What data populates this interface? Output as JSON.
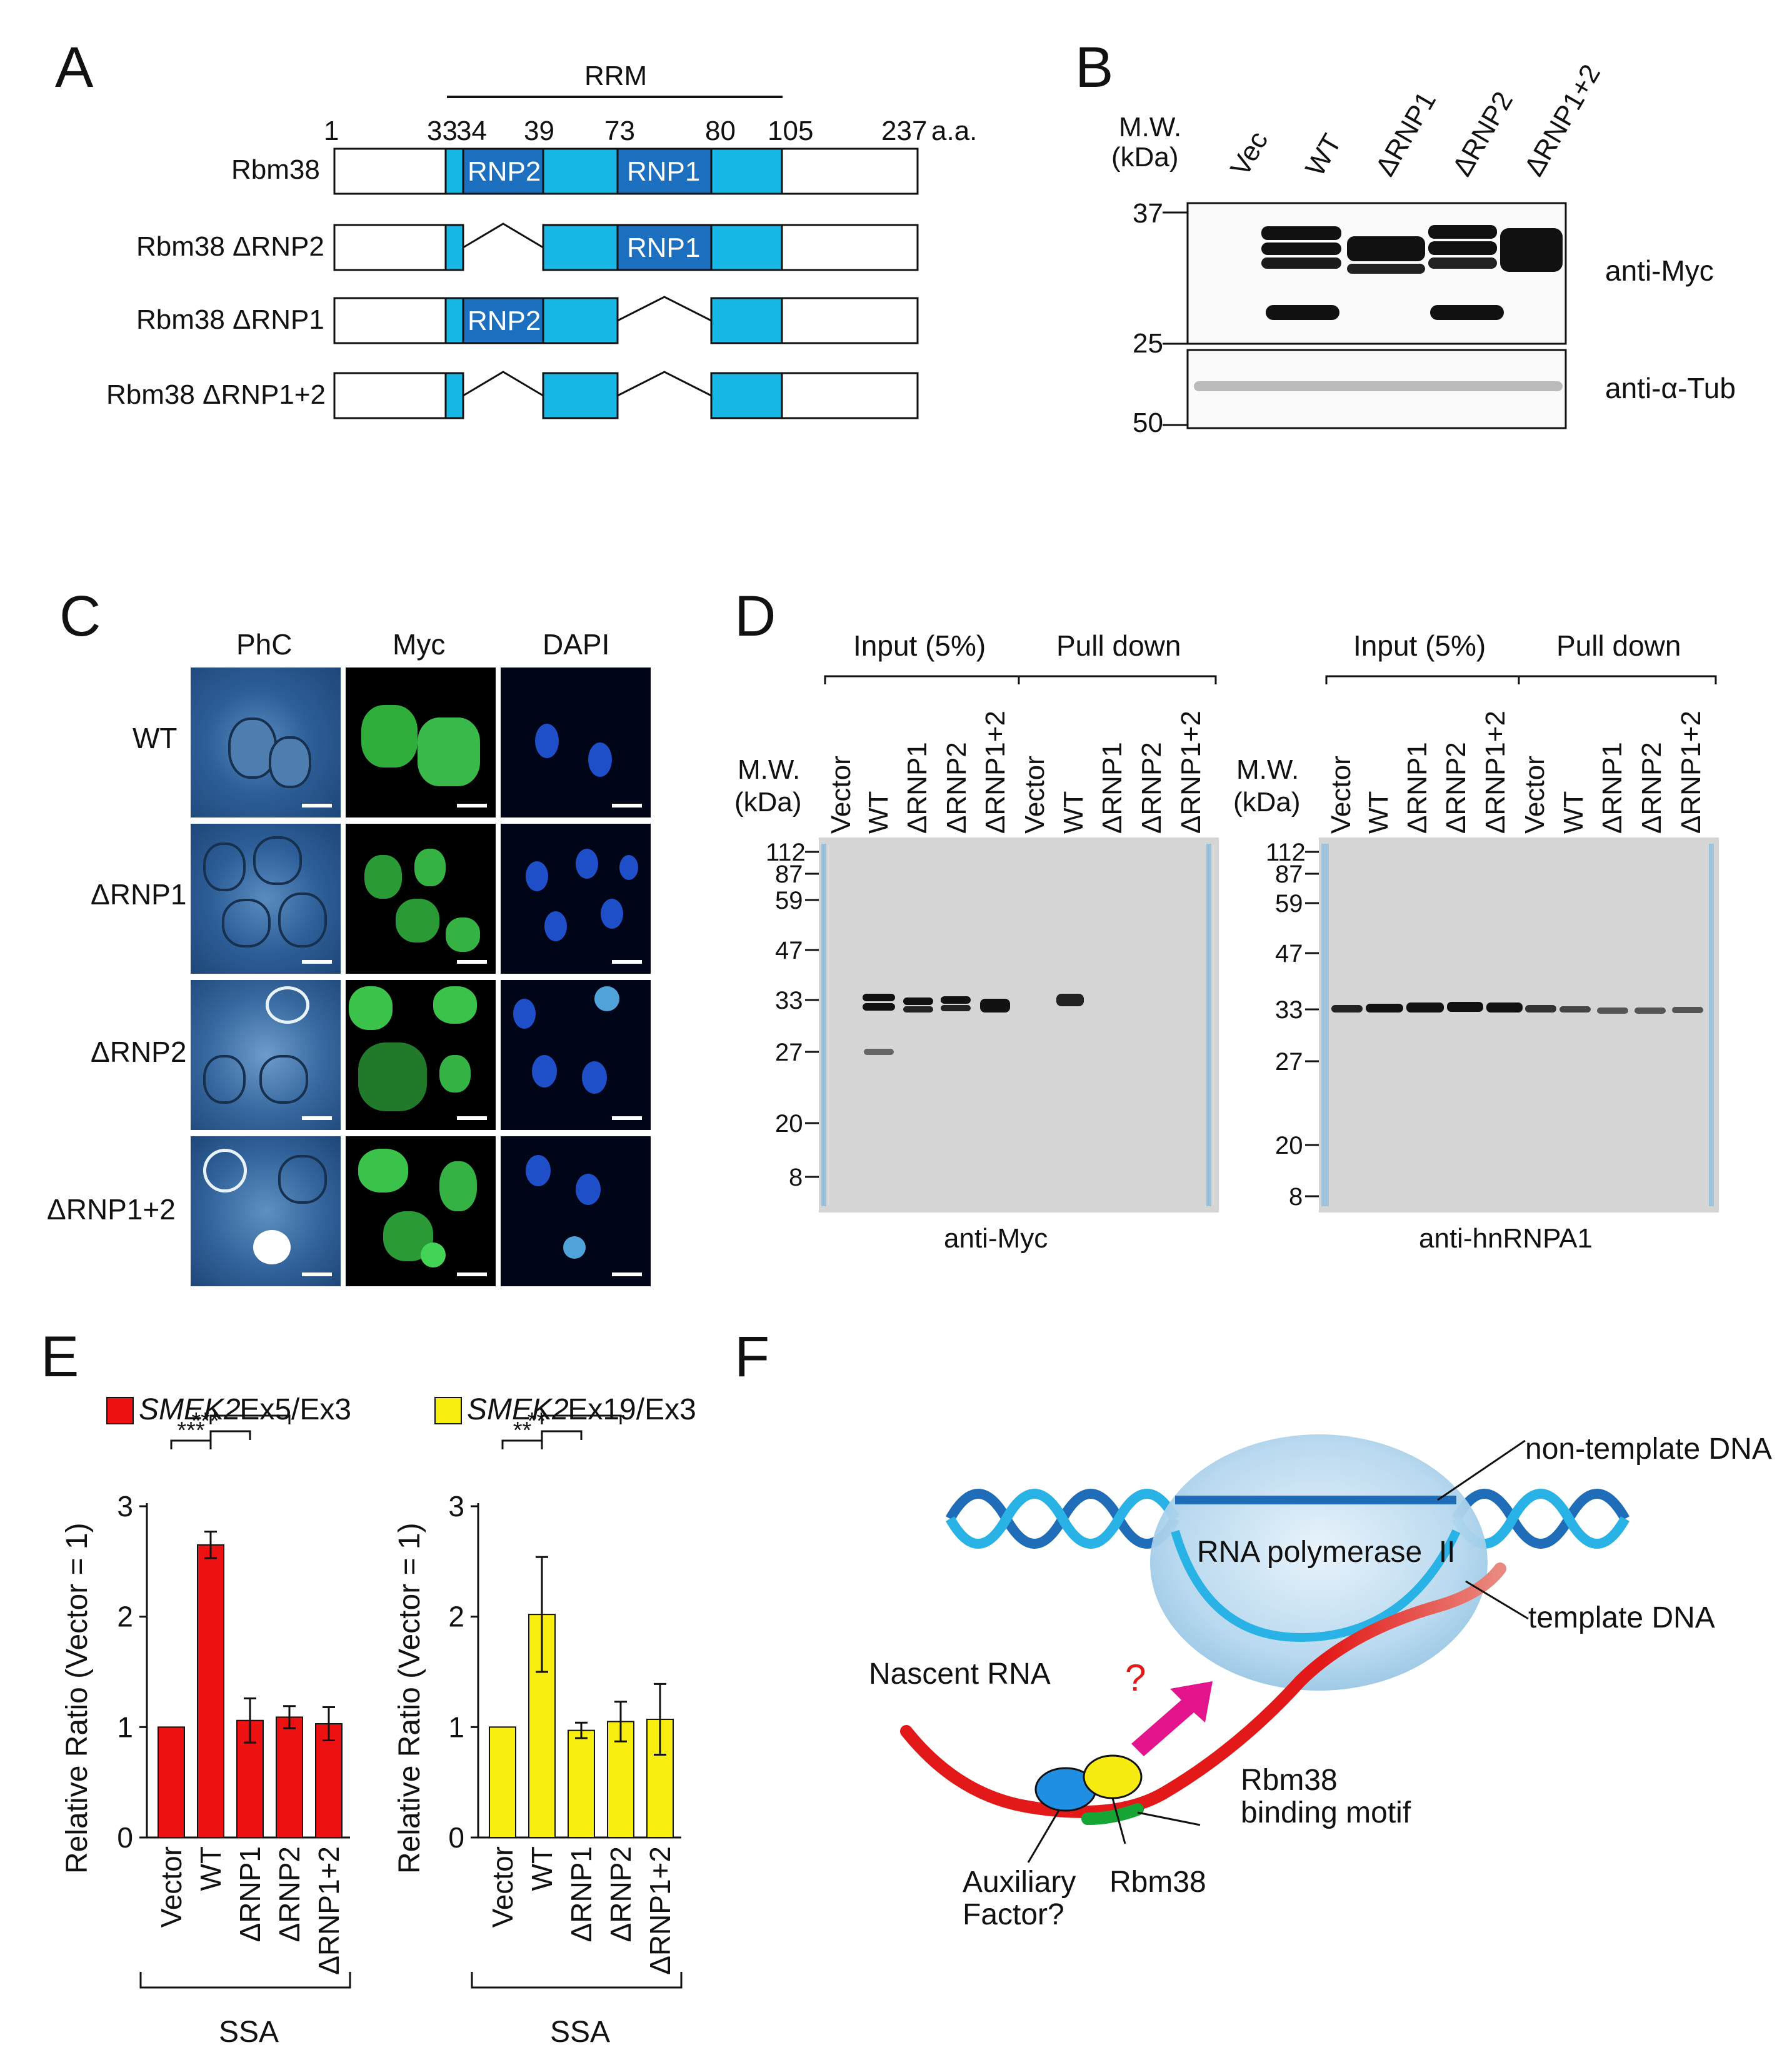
{
  "panels": {
    "a": "A",
    "b": "B",
    "c": "C",
    "d": "D",
    "e": "E",
    "f": "F"
  },
  "panelA": {
    "rrm_label": "RRM",
    "positions": [
      "1",
      "33",
      "34",
      "39",
      "73",
      "80",
      "105",
      "237"
    ],
    "aa_unit": "a.a.",
    "constructs": [
      "Rbm38",
      "Rbm38 ΔRNP2",
      "Rbm38 ΔRNP1",
      "Rbm38 ΔRNP1+2"
    ],
    "rnp2": "RNP2",
    "rnp1": "RNP1",
    "colors": {
      "rrm": "#18b8e6",
      "rnp": "#1d6fc0"
    }
  },
  "panelB": {
    "mw_label": "M.W.",
    "kda_label": "(kDa)",
    "lanes": [
      "Vec",
      "WT",
      "ΔRNP1",
      "ΔRNP2",
      "ΔRNP1+2"
    ],
    "markers_top": [
      "37",
      "25"
    ],
    "marker_bottom": "50",
    "antibody_top": "anti-Myc",
    "antibody_bottom": "anti-α-Tub"
  },
  "panelC": {
    "columns": [
      "PhC",
      "Myc",
      "DAPI"
    ],
    "rows": [
      "WT",
      "ΔRNP1",
      "ΔRNP2",
      "ΔRNP1+2"
    ]
  },
  "panelD": {
    "group_input": "Input (5%)",
    "group_pulldown": "Pull down",
    "mw_label": "M.W.",
    "kda_label": "(kDa)",
    "lanes": [
      "Vector",
      "WT",
      "ΔRNP1",
      "ΔRNP2",
      "ΔRNP1+2",
      "Vector",
      "WT",
      "ΔRNP1",
      "ΔRNP2",
      "ΔRNP1+2"
    ],
    "markers_left": [
      "112",
      "87",
      "59",
      "47",
      "33",
      "27",
      "20",
      "8"
    ],
    "markers_right": [
      "112",
      "87",
      "59",
      "47",
      "33",
      "27",
      "20",
      "8"
    ],
    "antibody_left": "anti-Myc",
    "antibody_right": "anti-hnRNPA1"
  },
  "panelE": {
    "ylabel": "Relative Ratio (Vector = 1)",
    "group_label": "SSA",
    "chart_data": [
      {
        "type": "bar",
        "legend_gene": "SMEK2",
        "legend_rest": " Ex5/Ex3",
        "color": "#ee1111",
        "categories": [
          "Vector",
          "WT",
          "ΔRNP1",
          "ΔRNP2",
          "ΔRNP1+2"
        ],
        "values": [
          1.0,
          2.65,
          1.06,
          1.09,
          1.03
        ],
        "errors": [
          0,
          0.12,
          0.2,
          0.1,
          0.15
        ],
        "ylim": [
          0,
          3
        ],
        "yticks": [
          "0",
          "1",
          "2",
          "3"
        ],
        "significance": [
          "***",
          "***",
          "***",
          "***"
        ]
      },
      {
        "type": "bar",
        "legend_gene": "SMEK2",
        "legend_rest": " Ex19/Ex3",
        "color": "#f8ee10",
        "categories": [
          "Vector",
          "WT",
          "ΔRNP1",
          "ΔRNP2",
          "ΔRNP1+2"
        ],
        "values": [
          1.0,
          2.02,
          0.97,
          1.05,
          1.07
        ],
        "errors": [
          0,
          0.52,
          0.07,
          0.18,
          0.32
        ],
        "ylim": [
          0,
          3
        ],
        "yticks": [
          "0",
          "1",
          "2",
          "3"
        ],
        "significance": [
          "**",
          "**",
          "*",
          "*"
        ]
      }
    ]
  },
  "panelF": {
    "non_template": "non-template DNA",
    "polymerase": "RNA polymerase  II",
    "template": "template DNA",
    "nascent": "Nascent RNA",
    "question": "?",
    "rbm38_motif_1": "Rbm38",
    "rbm38_motif_2": "binding motif",
    "auxiliary_1": "Auxiliary",
    "auxiliary_2": "Factor?",
    "rbm38": "Rbm38"
  }
}
